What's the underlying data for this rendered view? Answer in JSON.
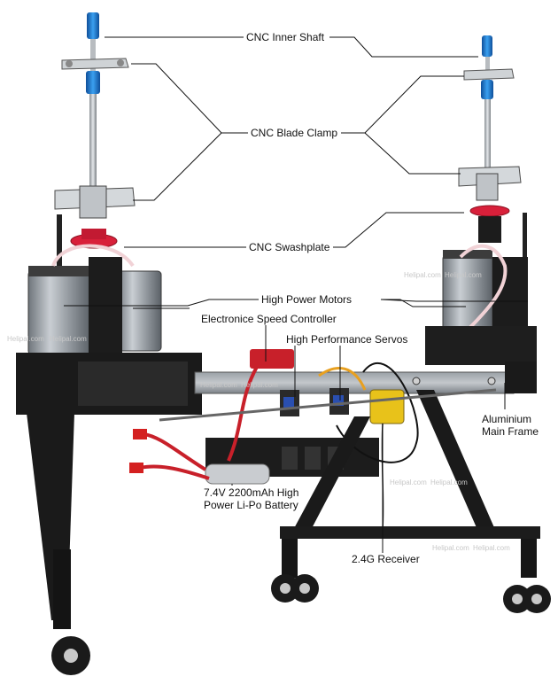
{
  "labels": {
    "inner_shaft": "CNC Inner Shaft",
    "blade_clamp": "CNC Blade Clamp",
    "swashplate": "CNC Swashplate",
    "motors": "High Power Motors",
    "esc": "Electronice Speed Controller",
    "servos": "High Performance Servos",
    "frame_line1": "Aluminium",
    "frame_line2": "Main Frame",
    "battery_line1": "7.4V 2200mAh High",
    "battery_line2": "Power Li-Po Battery",
    "receiver": "2.4G Receiver"
  },
  "watermark": "Helipal.com",
  "colors": {
    "shaft_blue": "#1e7fd6",
    "swash_red": "#d8203a",
    "frame_black": "#1a1a1a",
    "motor_gray": "#9aa0a6",
    "battery_red": "#c8202a",
    "receiver_yellow": "#e8c21a",
    "servo_blue": "#2a4fb0"
  }
}
